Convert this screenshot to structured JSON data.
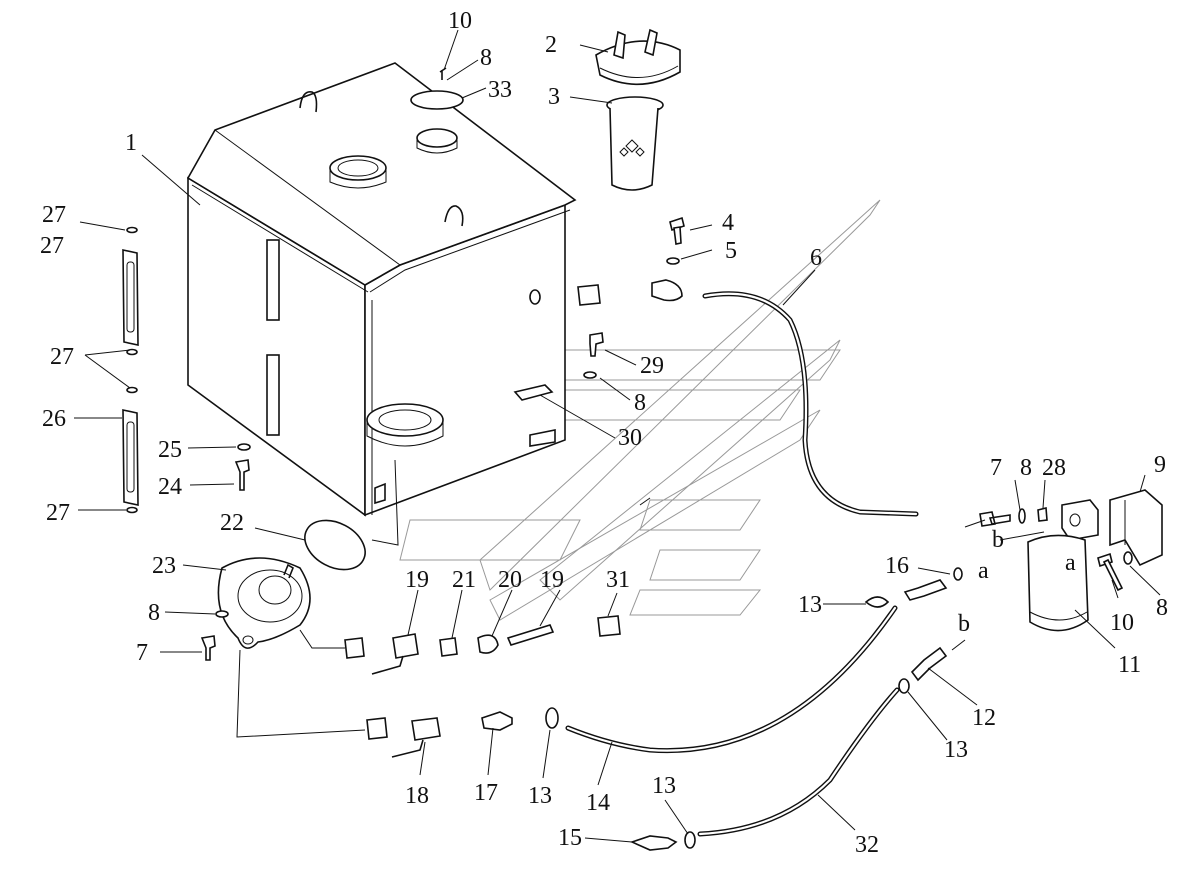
{
  "labels": {
    "l1": "1",
    "l2": "2",
    "l3": "3",
    "l4": "4",
    "l5": "5",
    "l6": "6",
    "l7a": "7",
    "l7b": "7",
    "l8a": "8",
    "l8b": "8",
    "l8c": "8",
    "l8d": "8",
    "l8e": "8",
    "l9": "9",
    "l10a": "10",
    "l10b": "10",
    "l11": "11",
    "l12": "12",
    "l13a": "13",
    "l13b": "13",
    "l13c": "13",
    "l13d": "13",
    "l14": "14",
    "l15": "15",
    "l16": "16",
    "l17": "17",
    "l18": "18",
    "l19a": "19",
    "l19b": "19",
    "l20": "20",
    "l21": "21",
    "l22": "22",
    "l23": "23",
    "l24": "24",
    "l25": "25",
    "l26": "26",
    "l27a": "27",
    "l27b": "27",
    "l27c": "27",
    "l27d": "27",
    "l28": "28",
    "l29": "29",
    "l30": "30",
    "l31": "31",
    "l32": "32",
    "l33": "33",
    "la1": "a",
    "la2": "a",
    "lb1": "b",
    "lb2": "b"
  }
}
